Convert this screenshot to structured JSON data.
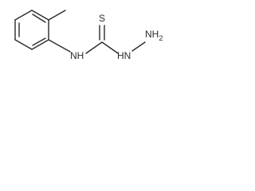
{
  "molecule": {
    "atoms": {
      "sulfur": "S",
      "nh": "NH",
      "hn": "HN",
      "nh2": "NH",
      "nh2_subscript": "2"
    },
    "colors": {
      "bond": "#2b2b2b",
      "label": "#2b2b2b",
      "background": "#ffffff"
    }
  }
}
